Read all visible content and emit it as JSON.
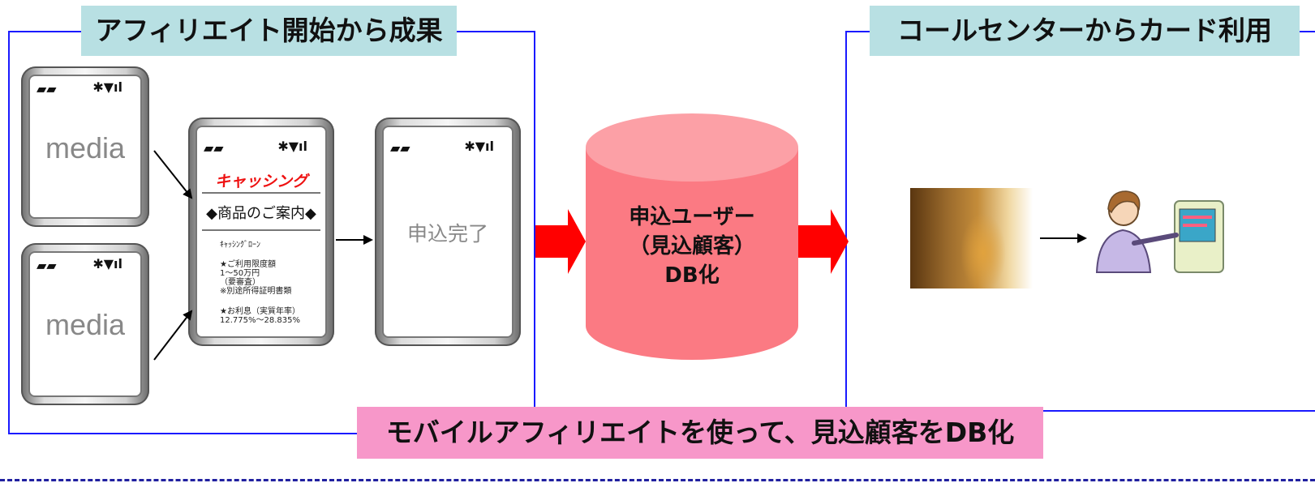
{
  "left_section": {
    "title": "アフィリエイト開始から成果"
  },
  "right_section": {
    "title": "コールセンターからカード利用"
  },
  "banner": {
    "text": "モバイルアフィリエイトを使って、見込顧客をDB化"
  },
  "phones": {
    "status_left": "▰▰",
    "status_right": "✱▼ıl",
    "media_label": "media",
    "menu_title": "キャッシング",
    "menu_item": "◆商品のご案内◆",
    "details": [
      "ｷｬｯｼﾝｸﾞﾛｰﾝ",
      "",
      "★ご利用限度額",
      "1～50万円",
      "（要審査）",
      "※別途所得証明書類",
      "",
      "★お利息（実質年率）",
      "12.775%～28.835%"
    ],
    "done_label": "申込完了"
  },
  "database": {
    "line1": "申込ユーザー",
    "line2": "（見込顧客）",
    "line3": "DB化",
    "fill_color": "#fb7a83",
    "top_color": "#fca0a6"
  },
  "colors": {
    "frame": "#1a1aff",
    "title_bg": "#b8e0e3",
    "banner_bg": "#f797c9",
    "arrow_red": "#ff0000"
  },
  "images": {
    "call_center": "call-center-photo",
    "operator": "atm-user-illustration"
  }
}
